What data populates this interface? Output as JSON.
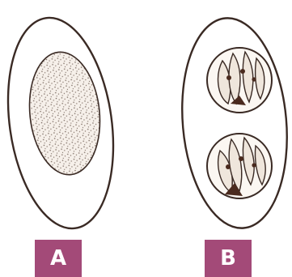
{
  "labels": {
    "a": "A",
    "b": "B"
  },
  "colors": {
    "label_background": "#a34a78",
    "label_text": "#ffffff",
    "outline": "#3a2a24",
    "stipple_fill": "#f6f0ea",
    "stipple_dots": "#7a6a60",
    "nucleus_dark": "#4a2a1e"
  },
  "cells": [
    {
      "name": "cell-a",
      "content": "single-stippled-nucleus"
    },
    {
      "name": "cell-b",
      "content": "two-sporocysts-with-sporozoites"
    }
  ]
}
